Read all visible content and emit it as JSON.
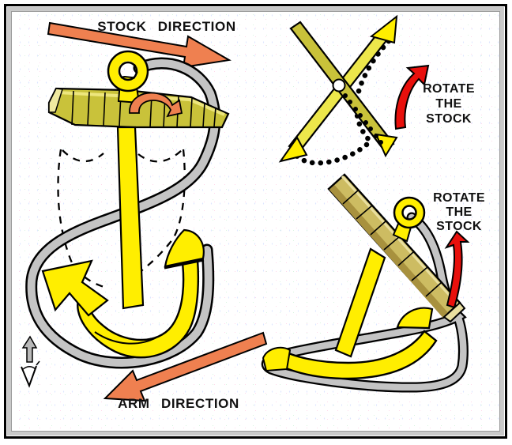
{
  "figure": {
    "type": "instructional-diagram",
    "subject": "anchor with cable wrapped around stock and arms, showing how to rotate the stock"
  },
  "labels": {
    "stock_direction": "STOCK DIRECTION",
    "arm_direction": "ARM DIRECTION",
    "rotate_top": [
      "ROTATE",
      "THE",
      "STOCK"
    ],
    "rotate_bottom": [
      "ROTATE",
      "THE",
      "STOCK"
    ]
  },
  "icons": {
    "stock_direction_arrow": "orange-arrow-right-down",
    "arm_direction_arrow": "orange-arrow-left-down",
    "stock_rotation_arrow": "small-orange-curved-arrow",
    "rotate_arrow_top": "red-curved-arrow-up",
    "rotate_arrow_bottom": "red-curved-arrow-up",
    "swing_angle_marker": "up-arrow-over-angle-vee",
    "rotation_path": "dotted-arc",
    "previous_position": "dashed-outline"
  },
  "colors": {
    "anchor_yellow": "#ffee00",
    "stock_olive": "#c9c23a",
    "stock_tan": "#cdbc62",
    "cable_gray": "#c4c4c4",
    "arrow_orange": "#ef8050",
    "arrow_red": "#e8100c",
    "frame_black": "#000000",
    "frame_gray": "#c9c9c9",
    "text": "#111111",
    "background": "#ffffff"
  }
}
